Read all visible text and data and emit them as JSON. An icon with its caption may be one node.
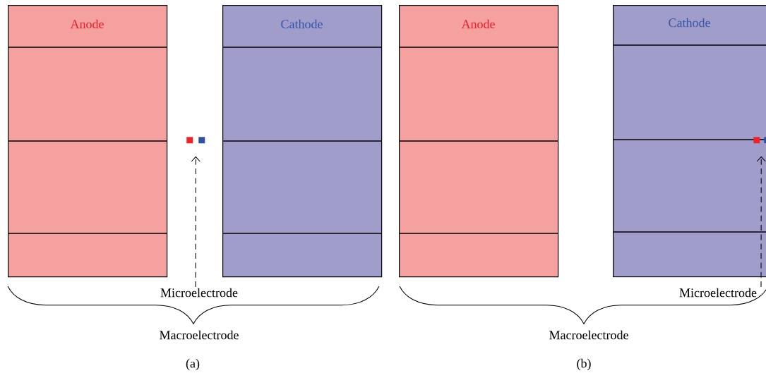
{
  "diagram": {
    "nodes": [
      {
        "text": [
          "Anode"
        ]
      },
      {
        "text": [
          "Cathode"
        ]
      },
      {
        "text": [],
        "shape": "box"
      },
      {
        "text": [],
        "shape": "box"
      },
      {
        "text": [
          "Microelectrode"
        ]
      },
      {
        "text": [
          "Anode"
        ]
      },
      {
        "text": [
          "Cathode"
        ]
      },
      {
        "text": [],
        "shape": "box",
        "in": 6
      },
      {
        "text": [],
        "shape": "box",
        "in": 6
      },
      {
        "text": [
          "Microelectrode"
        ]
      }
    ],
    "edges": [
      {
        "from": 4,
        "to": 2,
        "arrow": "to",
        "style": "dashed"
      },
      {
        "from": 9,
        "to": 7,
        "arrow": "to",
        "style": "dashed"
      }
    ],
    "labels": [
      "Macroelectrode",
      "Macroelectrode",
      "(a)",
      "(b)"
    ]
  }
}
